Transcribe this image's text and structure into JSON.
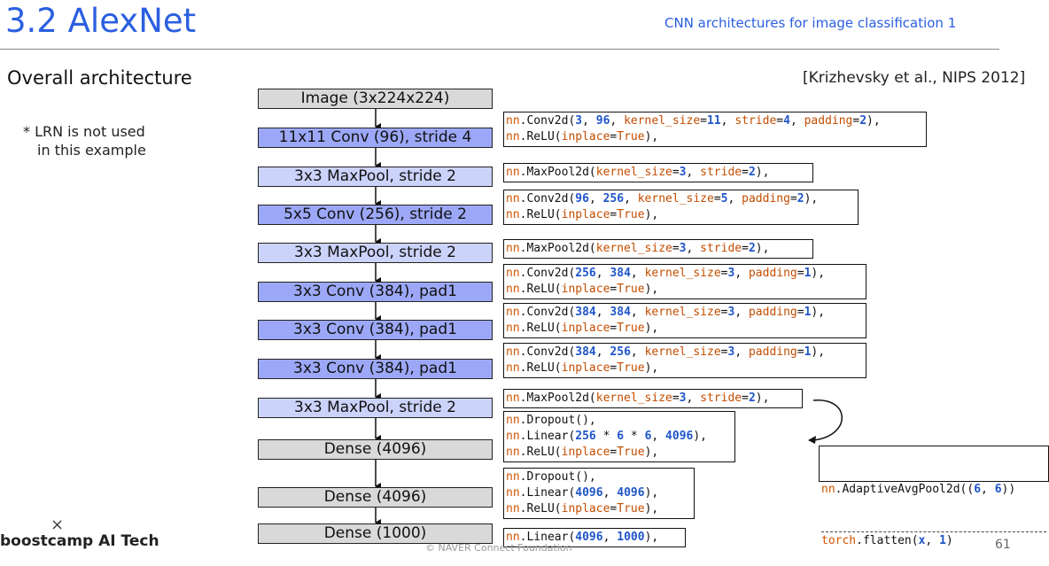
{
  "header": {
    "title": "3.2 AlexNet",
    "subtitle": "CNN architectures for image classification 1"
  },
  "section": "Overall architecture",
  "citation": "[Krizhevsky et al., NIPS 2012]",
  "note": [
    "* LRN is not used",
    "in this example"
  ],
  "layers": [
    {
      "label": "Image (3x224x224)",
      "color": "#d9d9d9"
    },
    {
      "label": "11x11 Conv (96), stride 4",
      "color": "#9ca8f7"
    },
    {
      "label": "3x3 MaxPool, stride 2",
      "color": "#ccd3fb"
    },
    {
      "label": "5x5 Conv (256), stride 2",
      "color": "#9ca8f7"
    },
    {
      "label": "3x3 MaxPool, stride 2",
      "color": "#ccd3fb"
    },
    {
      "label": "3x3 Conv (384), pad1",
      "color": "#9ca8f7"
    },
    {
      "label": "3x3 Conv (384), pad1",
      "color": "#9ca8f7"
    },
    {
      "label": "3x3 Conv (384), pad1",
      "color": "#9ca8f7"
    },
    {
      "label": "3x3 MaxPool, stride 2",
      "color": "#ccd3fb"
    },
    {
      "label": "Dense (4096)",
      "color": "#d9d9d9"
    },
    {
      "label": "Dense (4096)",
      "color": "#d9d9d9"
    },
    {
      "label": "Dense (1000)",
      "color": "#d9d9d9"
    }
  ],
  "code_blocks": [
    [
      "nn.Conv2d(3, 96, kernel_size=11, stride=4, padding=2),",
      "nn.ReLU(inplace=True),"
    ],
    [
      "nn.MaxPool2d(kernel_size=3, stride=2),"
    ],
    [
      "nn.Conv2d(96, 256, kernel_size=5, padding=2),",
      "nn.ReLU(inplace=True),"
    ],
    [
      "nn.MaxPool2d(kernel_size=3, stride=2),"
    ],
    [
      "nn.Conv2d(256, 384, kernel_size=3, padding=1),",
      "nn.ReLU(inplace=True),"
    ],
    [
      "nn.Conv2d(384, 384, kernel_size=3, padding=1),",
      "nn.ReLU(inplace=True),"
    ],
    [
      "nn.Conv2d(384, 256, kernel_size=3, padding=1),",
      "nn.ReLU(inplace=True),"
    ],
    [
      "nn.MaxPool2d(kernel_size=3, stride=2),"
    ],
    [
      "nn.Dropout(),",
      "nn.Linear(256 * 6 * 6, 4096),",
      "nn.ReLU(inplace=True),"
    ],
    [
      "nn.Dropout(),",
      "nn.Linear(4096, 4096),",
      "nn.ReLU(inplace=True),"
    ],
    [
      "nn.Linear(4096, 1000),"
    ]
  ],
  "side_code": [
    "nn.AdaptiveAvgPool2d((6, 6))",
    "torch.flatten(x, 1)"
  ],
  "footer": "© NAVER Connect Foundation",
  "logo": "boostcamp AI Tech",
  "page_number": "61"
}
